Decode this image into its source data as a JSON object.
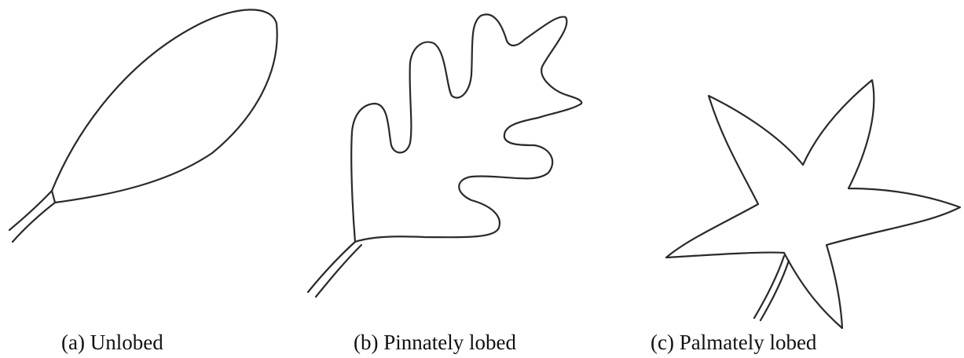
{
  "captions": {
    "a": "(a) Unlobed",
    "b": "(b) Pinnately lobed",
    "c": "(c) Palmately lobed"
  },
  "colors": {
    "background": "#ffffff",
    "stroke": "#2a2a2a",
    "text": "#111111"
  }
}
